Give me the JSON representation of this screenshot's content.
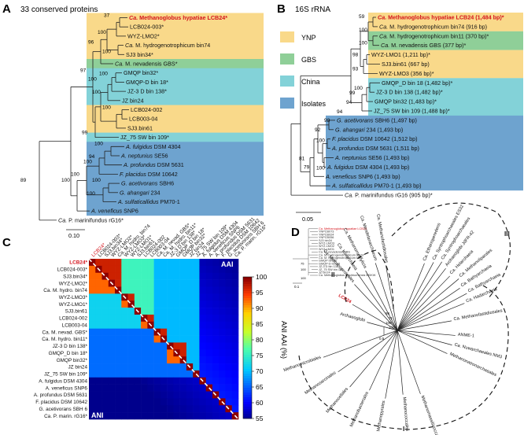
{
  "figure": {
    "panelA": {
      "letter": "A",
      "title": "33 conserved proteins",
      "scale": "0.10",
      "colors": {
        "YNP": "#f9d98a",
        "GBS": "#8fcf98",
        "China": "#83d2d8",
        "Isolates": "#6ea3cf"
      },
      "leaves": [
        {
          "ital": "Ca.",
          "rest": " Methanoglobus hypatiae LCB24*",
          "group": "YNP",
          "highlight": true
        },
        {
          "ital": "",
          "rest": "LCB024-003*",
          "group": "YNP"
        },
        {
          "ital": "",
          "rest": "WYZ-LMO2*",
          "group": "YNP"
        },
        {
          "ital": "Ca.",
          "rest": " M. hydrogenotrophicum bin74",
          "group": "YNP"
        },
        {
          "ital": "",
          "rest": "SJ3 bin34*",
          "group": "YNP"
        },
        {
          "ital": "Ca.",
          "rest": " M. nevadensis GBS*",
          "group": "GBS"
        },
        {
          "ital": "",
          "rest": "GMQP bin32*",
          "group": "China"
        },
        {
          "ital": "",
          "rest": "GMQP-D bin 18*",
          "group": "China"
        },
        {
          "ital": "",
          "rest": "JZ-3 D bin 138*",
          "group": "China"
        },
        {
          "ital": "",
          "rest": "JZ bin24",
          "group": "China"
        },
        {
          "ital": "",
          "rest": "LCB024-002",
          "group": "YNP"
        },
        {
          "ital": "",
          "rest": "LCB003-04",
          "group": "YNP"
        },
        {
          "ital": "",
          "rest": "SJ3.bin61",
          "group": "YNP"
        },
        {
          "ital": "",
          "rest": "JZ_75 SW bin 109*",
          "group": "China"
        },
        {
          "ital": "A. fulgidus",
          "rest": " DSM 4304",
          "group": "Isolates"
        },
        {
          "ital": "A. neptunius",
          "rest": " SE56",
          "group": "Isolates"
        },
        {
          "ital": "A. profundus",
          "rest": " DSM 5631",
          "group": "Isolates"
        },
        {
          "ital": "F. placidus",
          "rest": " DSM 10642",
          "group": "Isolates"
        },
        {
          "ital": "G. acetivorans",
          "rest": " SBH6",
          "group": "Isolates"
        },
        {
          "ital": "G. ahangari",
          "rest": " 234",
          "group": "Isolates"
        },
        {
          "ital": "A. sulfaticallidus",
          "rest": " PM70-1",
          "group": "Isolates"
        },
        {
          "ital": "A. veneficus",
          "rest": " SNP6",
          "group": "Isolates"
        },
        {
          "ital": "Ca.",
          "rest": " P. marinifundus rG16*",
          "group": "none"
        }
      ],
      "bootstraps": [
        "37",
        "100",
        "96",
        "100",
        "100",
        "100",
        "100",
        "97",
        "100",
        "99",
        "100",
        "94",
        "100",
        "100",
        "100",
        "100",
        "100",
        "89"
      ]
    },
    "panelB": {
      "letter": "B",
      "title": "16S rRNA",
      "scale": "0.05",
      "legend": [
        "YNP",
        "GBS",
        "China",
        "Isolates"
      ],
      "leaves": [
        {
          "ital": "Ca.",
          "rest": " Methanoglobus hypatiae LCB24 (1,484 bp)*",
          "group": "YNP",
          "highlight": true
        },
        {
          "ital": "Ca.",
          "rest": " M. hydrogenotrophicum bin74 (916 bp)",
          "group": "YNP"
        },
        {
          "ital": "Ca.",
          "rest": " M. hydrogenotrophicum bin11 (370 bp)*",
          "group": "GBS"
        },
        {
          "ital": "Ca.",
          "rest": " M. nevadensis GBS (377 bp)*",
          "group": "GBS"
        },
        {
          "ital": "",
          "rest": "WYZ-LMO1 (1,211 bp)*",
          "group": "YNP"
        },
        {
          "ital": "",
          "rest": "SJ3.bin61 (667 bp)",
          "group": "YNP"
        },
        {
          "ital": "",
          "rest": "WYZ-LMO3 (356 bp)*",
          "group": "YNP"
        },
        {
          "ital": "",
          "rest": "GMQP_D bin 18 (1,482 bp)*",
          "group": "China"
        },
        {
          "ital": "",
          "rest": "JZ-3 D bin 138 (1,482 bp)*",
          "group": "China"
        },
        {
          "ital": "",
          "rest": "GMQP bin32 (1,483 bp)*",
          "group": "China"
        },
        {
          "ital": "",
          "rest": "JZ_75 SW bin 109 (1,488 bp)*",
          "group": "China"
        },
        {
          "ital": "G. acetivorans",
          "rest": " SBH6 (1,497 bp)",
          "group": "Isolates"
        },
        {
          "ital": "G. ahangari",
          "rest": " 234 (1,493 bp)",
          "group": "Isolates"
        },
        {
          "ital": "F. placidus",
          "rest": " DSM 10642 (1,512 bp)",
          "group": "Isolates"
        },
        {
          "ital": "A. profundus",
          "rest": " DSM 5631 (1,511 bp)",
          "group": "Isolates"
        },
        {
          "ital": "A. neptunius",
          "rest": " SE56 (1,493 bp)",
          "group": "Isolates"
        },
        {
          "ital": "A. fulgidus",
          "rest": " DSM 4304 (1,493 bp)",
          "group": "Isolates"
        },
        {
          "ital": "A. veneficus",
          "rest": " SNP6 (1,493 bp)",
          "group": "Isolates"
        },
        {
          "ital": "A. sulfaticallidus",
          "rest": " PM70-1 (1,493 bp)",
          "group": "Isolates"
        },
        {
          "ital": "Ca.",
          "rest": " P. marinifundus rG16 (905 bp)*",
          "group": "none"
        }
      ],
      "bootstraps": [
        "59",
        "100",
        "100",
        "93",
        "98",
        "100",
        "99",
        "94",
        "94",
        "98",
        "92",
        "81",
        "79",
        "100",
        "100"
      ]
    },
    "panelC": {
      "letter": "C",
      "rows": [
        "LCB24*",
        "LCB024-003*",
        "SJ3.bin34*",
        "WYZ-LMO2*",
        "Ca. M. hydro. bin74",
        "WYZ-LMO3*",
        "WYZ-LMO1*",
        "SJ3.bin61",
        "LCB024-002",
        "LCB003-04",
        "Ca. M. nevad. GBS*",
        "Ca. M. hydro. bin11*",
        "JZ-3 D bin 138*",
        "GMQP_D bin 18*",
        "GMQP bin32*",
        "JZ bin24",
        "JZ_75 SW bin 109*",
        "A. fulgidus DSM 4304",
        "A. veneficus SNP6",
        "A. profundus DSM 5631",
        "F. placidus DSM 10642",
        "G. acetivorans SBH 6",
        "Ca. P. marin. rG16*"
      ],
      "corner_upper": "AAI",
      "corner_lower": "ANI",
      "colorbar_ticks": [
        "100",
        "95",
        "90",
        "85",
        "80",
        "75",
        "70",
        "65",
        "60",
        "55"
      ],
      "colorbar_label": "ANI AAI (%)"
    },
    "panelD": {
      "letter": "D",
      "inset": [
        "Ca. Methanoglobus hypatiae LCB24",
        "YNPCB073",
        "YNPCB024",
        "YNPCB056",
        "SJ3 bin34",
        "WYZ-LMO3",
        "WYZ-LMO2",
        "WYZ-LMO1",
        "Ca. M. nevadense GBS",
        "Ca. M. hydrogenotrophicum bin74",
        "Ca. M. hydrogenotrophicum bin11",
        "GMQP bin32",
        "GMQP-D bin 18",
        "JZ-3 D bin 138",
        "JZ_75 SW bin 109",
        "JZ bin24",
        "Ca. Methanoglobus washburnensis MDKW"
      ],
      "inset_boot": [
        "75",
        "100",
        "100"
      ],
      "inset_scale": "0.1",
      "labels": [
        "Ca. Ethanoperedens",
        "Ca. Syntrophoarchaeales ES32",
        "Ca. Syntrophoarchaeales",
        "Archaeoglobi JdFR-42",
        "Ca. Helarchaeia",
        "Ca. Methanoliparales",
        "Ca. Bathyarchaeia",
        "Ca. Bathyarchaeia",
        "Ca. Hadarchaeia",
        "Ca. Methanomethylicia",
        "Ca. Korarchaeia",
        "Ca. Methanoproteales",
        "LCB24",
        "Archaeoglobi",
        "Ca. Methanofastidiosales",
        "ANME-1",
        "Ca. Nuwarchaeales NM3",
        "Methanonatronarchaeales",
        "Methanomicrobiales",
        "Methanosarcinales",
        "Methanocellales",
        "Methanobacteriales",
        "Methanopyrales",
        "Methanococcales",
        "Methanomassiliicoccales",
        "Ca. Methanofastidiosales",
        "Ca. Mendelanarchaeum"
      ],
      "boot": [
        "98",
        "71",
        "100",
        "100"
      ],
      "scale": "0.5",
      "clades": [
        "I",
        "II",
        "III"
      ]
    }
  }
}
